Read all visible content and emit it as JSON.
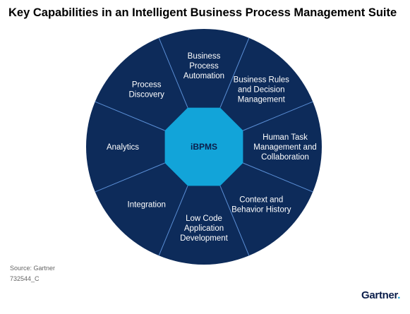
{
  "title": "Key Capabilities in an Intelligent Business Process Management Suite",
  "center": {
    "label": "iBPMS"
  },
  "capabilities": [
    {
      "lines": [
        "Business",
        "Process",
        "Automation"
      ]
    },
    {
      "lines": [
        "Business Rules",
        "and Decision",
        "Management"
      ]
    },
    {
      "lines": [
        "Human Task",
        "Management and",
        "Collaboration"
      ]
    },
    {
      "lines": [
        "Context and",
        "Behavior History"
      ]
    },
    {
      "lines": [
        "Low Code",
        "Application",
        "Development"
      ]
    },
    {
      "lines": [
        "Integration"
      ]
    },
    {
      "lines": [
        "Analytics"
      ]
    },
    {
      "lines": [
        "Process",
        "Discovery"
      ]
    }
  ],
  "footer": {
    "source": "Source: Gartner",
    "code": "732544_C"
  },
  "logo": {
    "text": "Gartner",
    "dot": "."
  },
  "colors": {
    "wheel": "#0d2b5a",
    "divider": "#5b8fd6",
    "center": "#12a4d9",
    "title": "#000000"
  }
}
